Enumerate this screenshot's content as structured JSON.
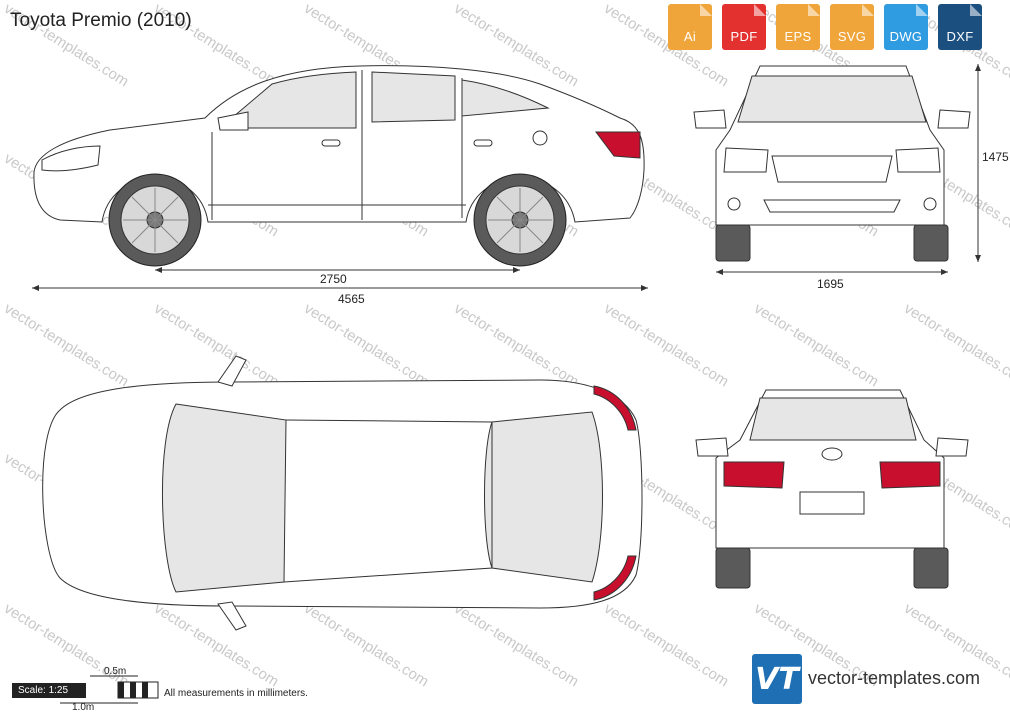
{
  "title": "Toyota Premio (2010)",
  "formats": [
    {
      "label": "Ai",
      "color": "#f0a53a"
    },
    {
      "label": "PDF",
      "color": "#e3312f"
    },
    {
      "label": "EPS",
      "color": "#f0a53a"
    },
    {
      "label": "SVG",
      "color": "#f0a53a"
    },
    {
      "label": "DWG",
      "color": "#2f9be0"
    },
    {
      "label": "DXF",
      "color": "#1b4f80"
    }
  ],
  "dimensions": {
    "wheelbase": "2750",
    "length": "4565",
    "width": "1695",
    "height": "1475"
  },
  "scale": {
    "label": "Scale: 1:25",
    "half_meter": "0.5m",
    "one_meter": "1.0m"
  },
  "note": "All measurements in millimeters.",
  "watermark": "vector-templates.com",
  "site": "vector-templates.com",
  "logo_text": "VT",
  "colors": {
    "taillight": "#c8102e",
    "glass": "#e6e6e6",
    "tire": "#5a5a5a",
    "outline": "#333333"
  }
}
